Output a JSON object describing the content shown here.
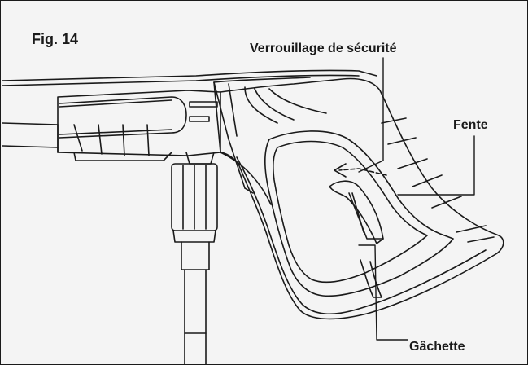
{
  "figure": {
    "label": "Fig. 14",
    "callouts": {
      "safety_lock": "Verrouillage de sécurité",
      "slot": "Fente",
      "trigger": "Gâchette"
    },
    "colors": {
      "background": "#f4f4f4",
      "line": "#1a1a1a",
      "frame": "#1a1a1a"
    }
  }
}
